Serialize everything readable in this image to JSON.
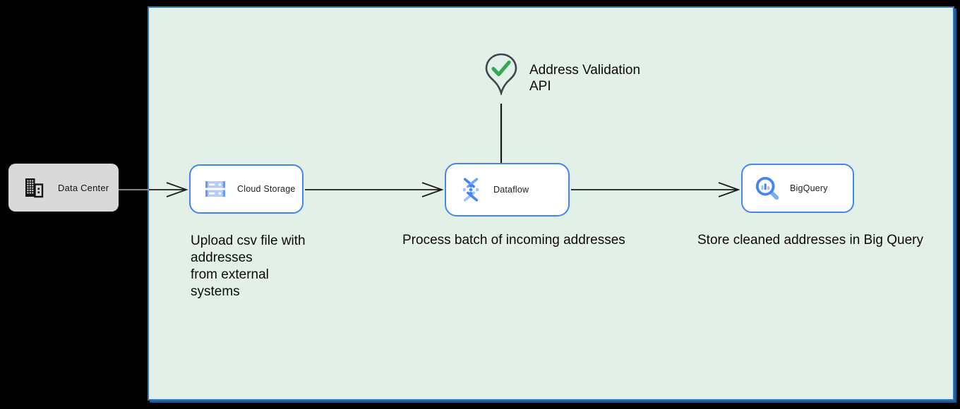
{
  "nodes": {
    "data_center": {
      "label": "Data Center"
    },
    "cloud_storage": {
      "label": "Cloud Storage",
      "description": "Upload csv file with\naddresses\nfrom external\nsystems"
    },
    "dataflow": {
      "label": "Dataflow",
      "description": "Process batch of incoming addresses"
    },
    "bigquery": {
      "label": "BigQuery",
      "description": "Store cleaned addresses in Big Query"
    }
  },
  "annotations": {
    "address_validation": {
      "label": "Address Validation\nAPI"
    }
  },
  "icons": {
    "data_center": "building-icon",
    "cloud_storage": "cloud-storage-icon",
    "dataflow": "dataflow-icon",
    "bigquery": "bigquery-search-icon",
    "address_validation": "map-pin-check-icon"
  },
  "colors": {
    "background": "#000000",
    "zone_fill": "#e3f0e8",
    "zone_border": "#2e78b8",
    "zone_border_dark": "#1d5a94",
    "node_border": "#4285f4",
    "node_fill": "#ffffff",
    "datacenter_fill": "#d9d9d9",
    "arrow": "#1a1a1a",
    "icon_blue": "#4285f4",
    "icon_blue_light": "#9ec1f8",
    "check_green": "#34a853",
    "pin_outline": "#3e464d",
    "text_dark": "#0a0a0a"
  }
}
